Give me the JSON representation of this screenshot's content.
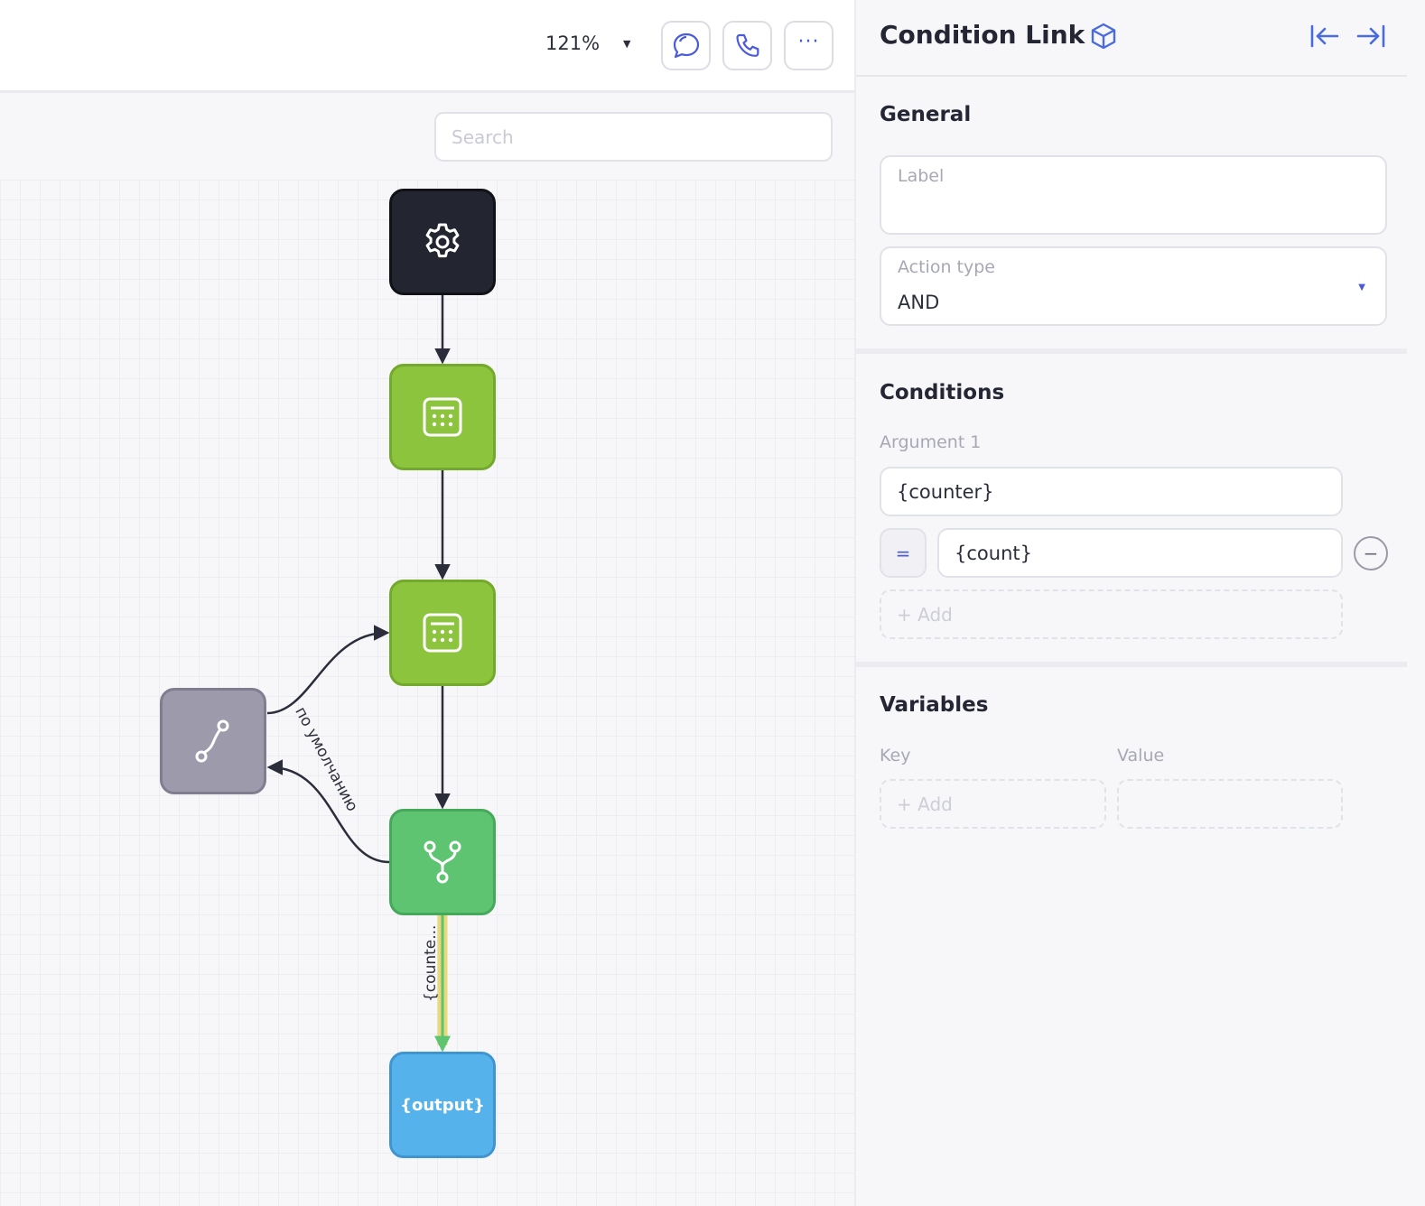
{
  "toolbar": {
    "zoom": "121%",
    "chat_icon": "chat-bubble-icon",
    "call_icon": "phone-icon",
    "more_label": "···"
  },
  "search": {
    "placeholder": "Search"
  },
  "flow": {
    "nodes": [
      {
        "id": "start",
        "icon": "gear-icon",
        "color": "#232530"
      },
      {
        "id": "calc1",
        "icon": "calculator-icon",
        "color": "#8cc43d"
      },
      {
        "id": "calc2",
        "icon": "calculator-icon",
        "color": "#8cc43d"
      },
      {
        "id": "route",
        "icon": "route-icon",
        "color": "#9d9bab"
      },
      {
        "id": "branch",
        "icon": "branch-icon",
        "color": "#5ec472"
      },
      {
        "id": "output",
        "text": "{output}",
        "color": "#56b2ea"
      }
    ],
    "edge_labels": {
      "default": "по умолчанию",
      "condition": "{counte..."
    }
  },
  "panel": {
    "title": "Condition Link",
    "title_icon": "cube-icon",
    "general": {
      "heading": "General",
      "label_field": {
        "label": "Label",
        "value": ""
      },
      "action_type": {
        "label": "Action type",
        "value": "AND"
      }
    },
    "conditions": {
      "heading": "Conditions",
      "argument_label": "Argument 1",
      "argument_value": "{counter}",
      "operator": "=",
      "compare_value": "{count}",
      "remove_label": "−",
      "add_label": "+ Add"
    },
    "variables": {
      "heading": "Variables",
      "key_label": "Key",
      "value_label": "Value",
      "add_label": "+ Add"
    }
  },
  "colors": {
    "accent": "#4a5bd9",
    "highlight_edge": "#e9d97a",
    "highlight_edge_core": "#5ec472"
  }
}
